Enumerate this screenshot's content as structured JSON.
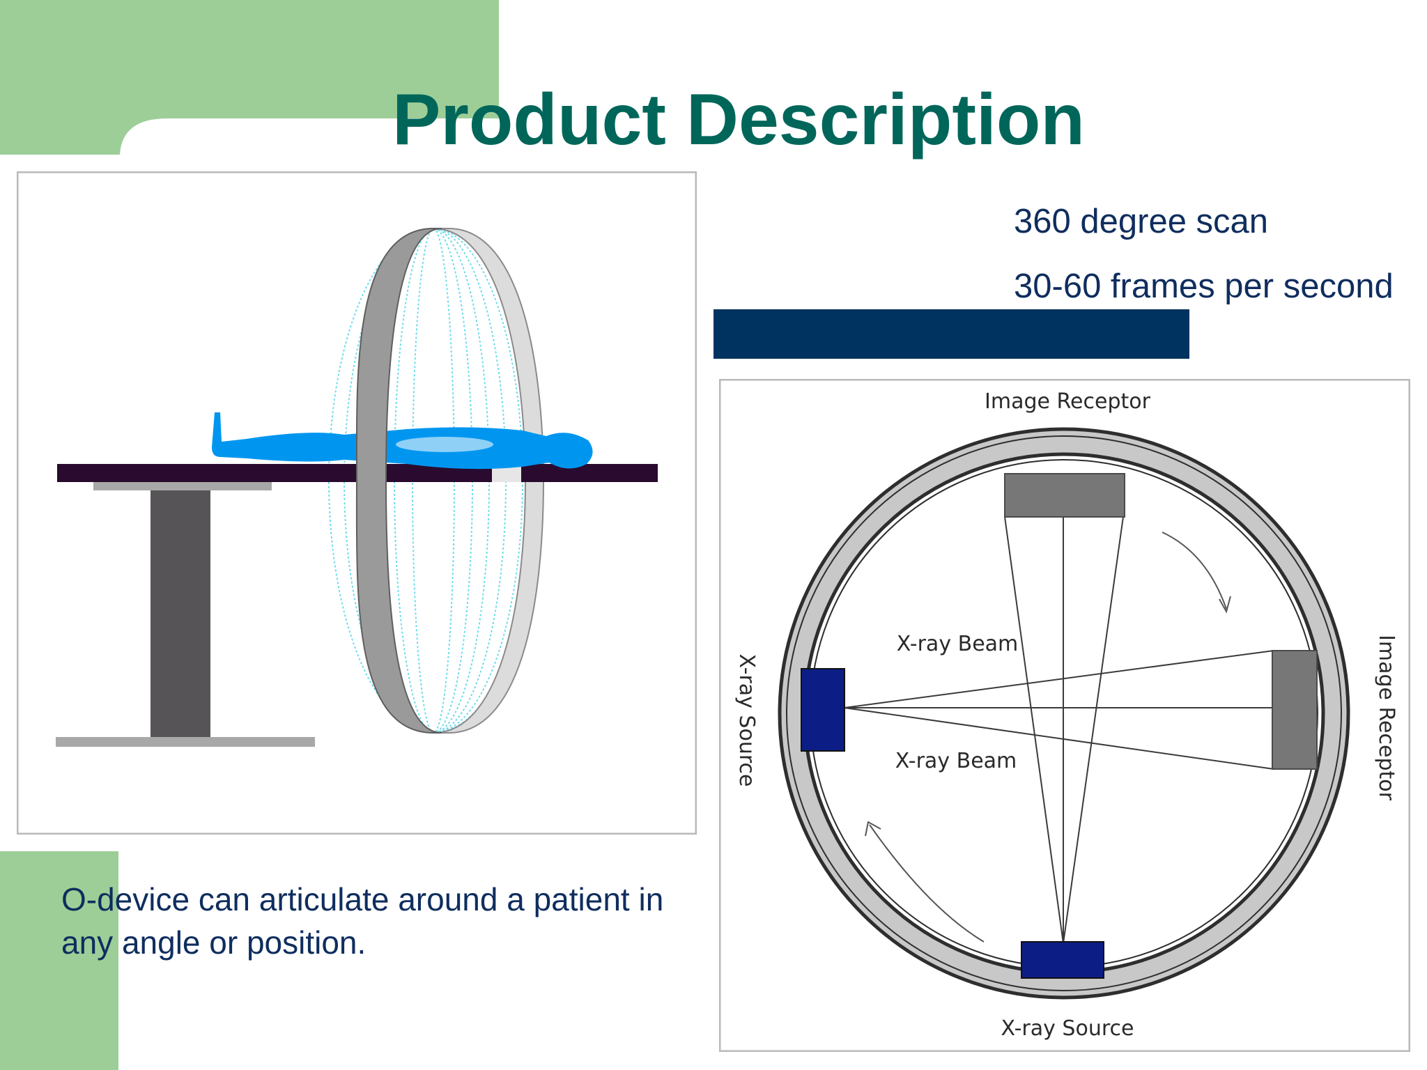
{
  "slide": {
    "title": "Product Description",
    "bullets": [
      "360 degree scan",
      "30-60 frames per second"
    ],
    "caption": "O-device can articulate around a patient in any angle or position."
  },
  "diagram": {
    "labels": {
      "image_receptor_top": "Image Receptor",
      "image_receptor_right": "Image Receptor",
      "xray_beam_upper": "X-ray Beam",
      "xray_beam_lower": "X-ray Beam",
      "xray_source_left": "X-ray Source",
      "xray_source_bottom": "X-ray Source"
    }
  },
  "colors": {
    "title": "#00665a",
    "text": "#0f2d5e",
    "accent_green": "#9dce98",
    "bar_blue": "#00335f",
    "patient_blue": "#0096f0",
    "table_dark": "#2a0a2e"
  }
}
